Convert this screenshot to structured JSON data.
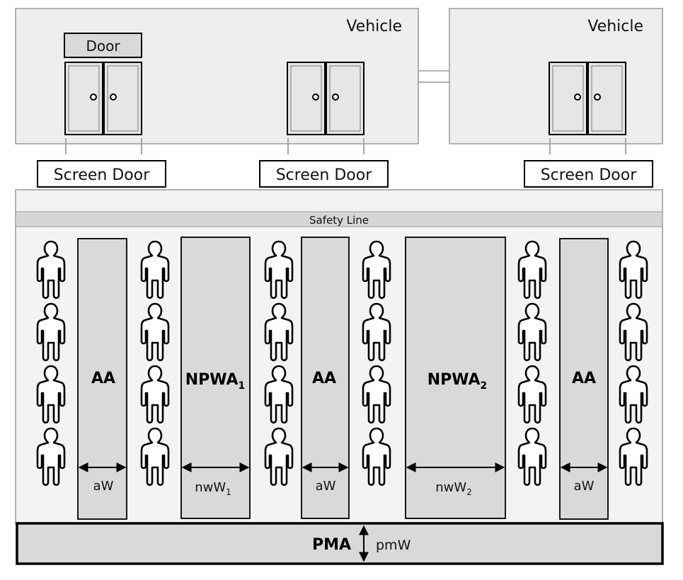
{
  "vehicles": [
    {
      "label": "Vehicle"
    },
    {
      "label": "Vehicle"
    }
  ],
  "door_label": "Door",
  "screen_doors": [
    {
      "label": "Screen Door"
    },
    {
      "label": "Screen Door"
    },
    {
      "label": "Screen Door"
    }
  ],
  "safety_line": "Safety Line",
  "areas": [
    {
      "label": "AA",
      "sub": "",
      "width_label": "aW",
      "width_sub": ""
    },
    {
      "label": "NPWA",
      "sub": "1",
      "width_label": "nwW",
      "width_sub": "1"
    },
    {
      "label": "AA",
      "sub": "",
      "width_label": "aW",
      "width_sub": ""
    },
    {
      "label": "NPWA",
      "sub": "2",
      "width_label": "nwW",
      "width_sub": "2"
    },
    {
      "label": "AA",
      "sub": "",
      "width_label": "aW",
      "width_sub": ""
    }
  ],
  "pma": {
    "label": "PMA",
    "width_label": "pmW"
  },
  "colors": {
    "panel_fill": "#eeeeee",
    "block_fill": "#d9d9d9",
    "stroke": "#000000",
    "light_stroke": "#a6a6a6"
  }
}
